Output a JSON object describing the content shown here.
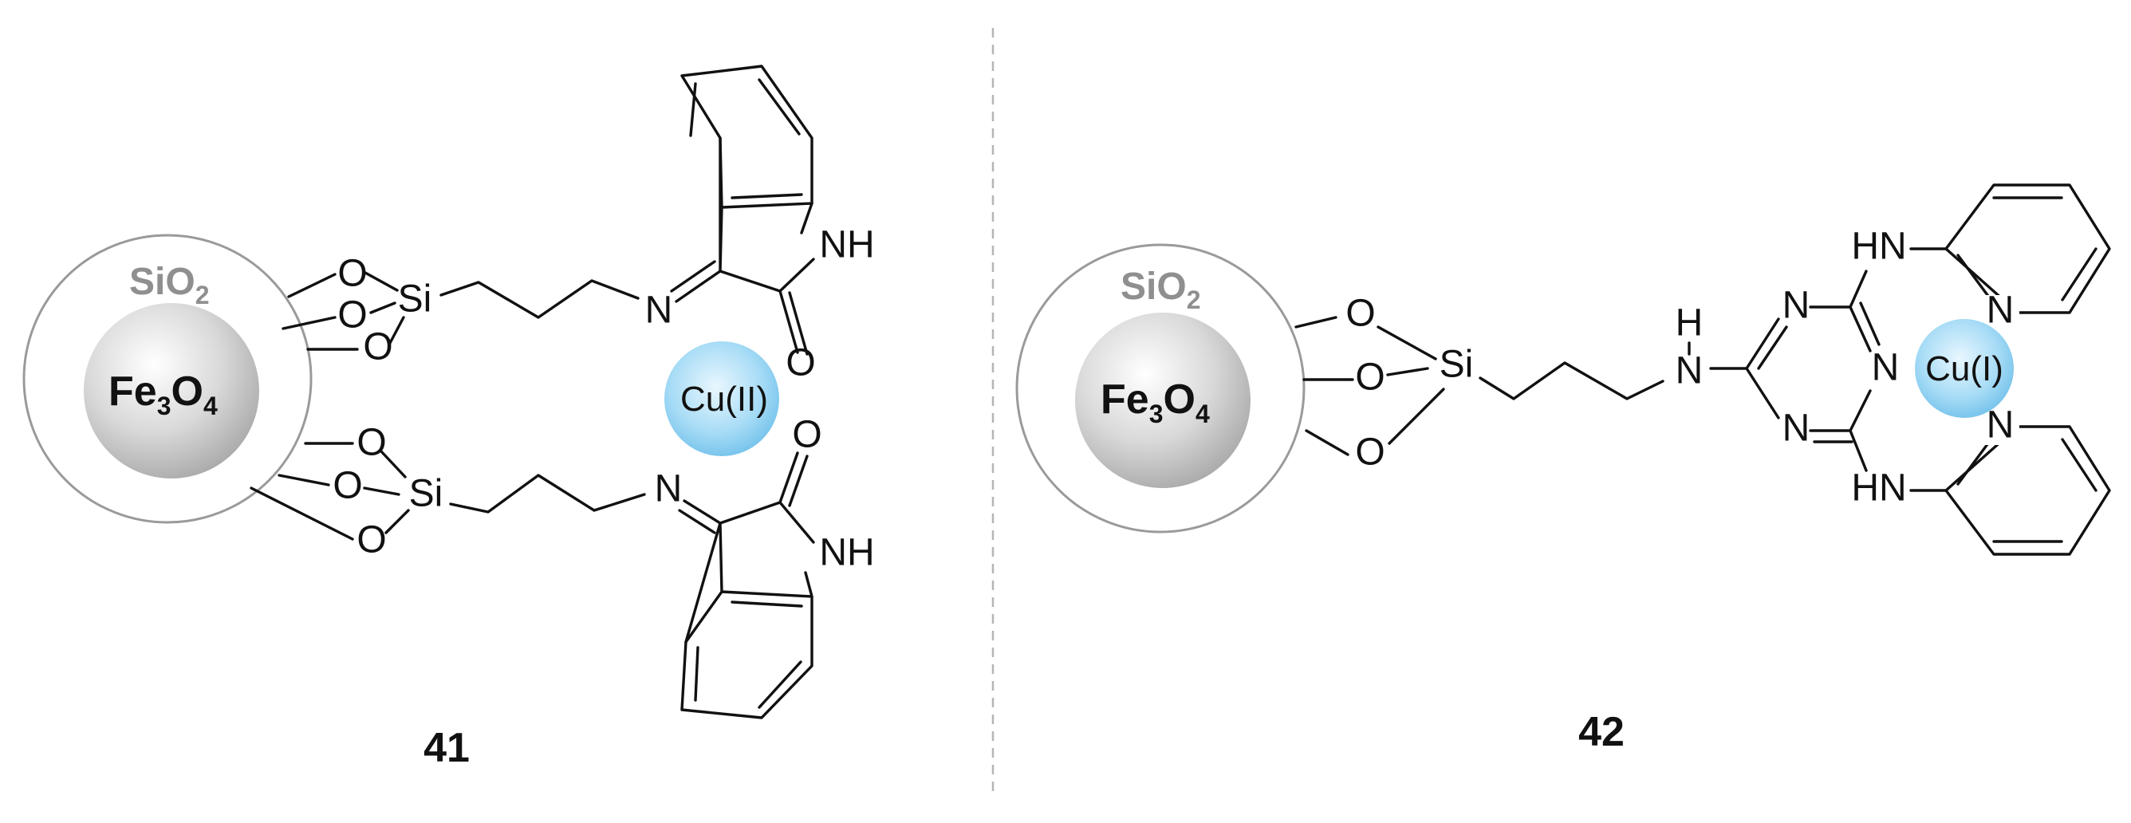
{
  "figure": {
    "left": {
      "shell_label": "SiO",
      "shell_sub": "2",
      "core_label_a": "Fe",
      "core_sub_a": "3",
      "core_label_b": "O",
      "core_sub_b": "4",
      "oxygen": "O",
      "silicon": "Si",
      "imine_n": "N",
      "carbonyl_o": "O",
      "amide_nh": "NH",
      "metal": "Cu(II)",
      "compound_number": "41"
    },
    "right": {
      "shell_label": "SiO",
      "shell_sub": "2",
      "core_label_a": "Fe",
      "core_sub_a": "3",
      "core_label_b": "O",
      "core_sub_b": "4",
      "oxygen": "O",
      "silicon": "Si",
      "amine_h": "H",
      "amine_n": "N",
      "triazine_n": "N",
      "hn": "HN",
      "pyridine_n": "N",
      "metal": "Cu(I)",
      "compound_number": "42"
    }
  },
  "colors": {
    "bond": "#111111",
    "shell_stroke": "#9a9a9a",
    "shell_text": "#8f8f8f",
    "metal_fill": "#8fd0f2",
    "divider": "#b5b5b5"
  }
}
